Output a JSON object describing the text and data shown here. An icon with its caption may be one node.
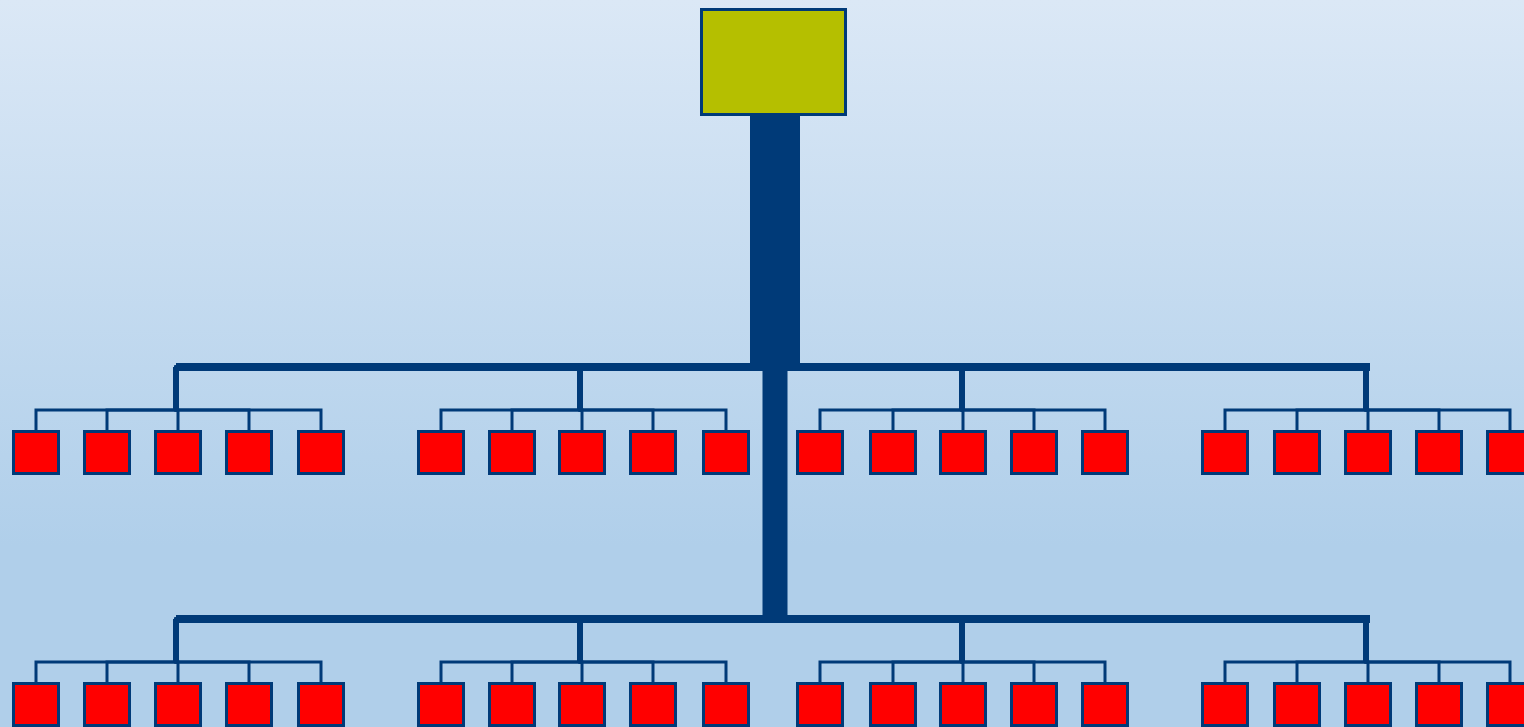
{
  "diagram": {
    "nodes": [
      {
        "text": [],
        "shape": "box"
      },
      {
        "text": [],
        "shape": "box"
      },
      {
        "text": [],
        "shape": "box"
      },
      {
        "text": [],
        "shape": "box"
      },
      {
        "text": [],
        "shape": "box"
      },
      {
        "text": [],
        "shape": "box"
      },
      {
        "text": [],
        "shape": "box"
      },
      {
        "text": [],
        "shape": "box"
      },
      {
        "text": [],
        "shape": "box"
      },
      {
        "text": [],
        "shape": "box"
      },
      {
        "text": [],
        "shape": "box"
      },
      {
        "text": [],
        "shape": "box"
      },
      {
        "text": [],
        "shape": "box"
      },
      {
        "text": [],
        "shape": "box"
      },
      {
        "text": [],
        "shape": "box"
      },
      {
        "text": [],
        "shape": "box"
      },
      {
        "text": [],
        "shape": "box"
      },
      {
        "text": [],
        "shape": "box"
      },
      {
        "text": [],
        "shape": "box"
      },
      {
        "text": [],
        "shape": "box"
      },
      {
        "text": [],
        "shape": "box"
      },
      {
        "text": [],
        "shape": "box"
      },
      {
        "text": [],
        "shape": "box"
      },
      {
        "text": [],
        "shape": "box"
      },
      {
        "text": [],
        "shape": "box"
      },
      {
        "text": [],
        "shape": "box"
      },
      {
        "text": [],
        "shape": "box"
      },
      {
        "text": [],
        "shape": "box"
      },
      {
        "text": [],
        "shape": "box"
      },
      {
        "text": [],
        "shape": "box"
      },
      {
        "text": [],
        "shape": "box"
      },
      {
        "text": [],
        "shape": "box"
      },
      {
        "text": [],
        "shape": "box"
      },
      {
        "text": [],
        "shape": "box"
      },
      {
        "text": [],
        "shape": "box"
      },
      {
        "text": [],
        "shape": "box"
      },
      {
        "text": [],
        "shape": "box"
      },
      {
        "text": [],
        "shape": "box"
      },
      {
        "text": [],
        "shape": "box"
      },
      {
        "text": [],
        "shape": "box"
      },
      {
        "text": [],
        "shape": "box"
      }
    ],
    "edges": [
      {
        "from": 0,
        "to": 1,
        "arrow": "none"
      },
      {
        "from": 0,
        "to": 2,
        "arrow": "none"
      },
      {
        "from": 0,
        "to": 3,
        "arrow": "none"
      },
      {
        "from": 0,
        "to": 4,
        "arrow": "none"
      },
      {
        "from": 0,
        "to": 5,
        "arrow": "none"
      },
      {
        "from": 0,
        "to": 6,
        "arrow": "none"
      },
      {
        "from": 0,
        "to": 7,
        "arrow": "none"
      },
      {
        "from": 0,
        "to": 8,
        "arrow": "none"
      },
      {
        "from": 0,
        "to": 9,
        "arrow": "none"
      },
      {
        "from": 0,
        "to": 10,
        "arrow": "none"
      },
      {
        "from": 0,
        "to": 11,
        "arrow": "none"
      },
      {
        "from": 0,
        "to": 12,
        "arrow": "none"
      },
      {
        "from": 0,
        "to": 13,
        "arrow": "none"
      },
      {
        "from": 0,
        "to": 14,
        "arrow": "none"
      },
      {
        "from": 0,
        "to": 15,
        "arrow": "none"
      },
      {
        "from": 0,
        "to": 16,
        "arrow": "none"
      },
      {
        "from": 0,
        "to": 17,
        "arrow": "none"
      },
      {
        "from": 0,
        "to": 18,
        "arrow": "none"
      },
      {
        "from": 0,
        "to": 19,
        "arrow": "none"
      },
      {
        "from": 0,
        "to": 20,
        "arrow": "none"
      },
      {
        "from": 0,
        "to": 21,
        "arrow": "none"
      },
      {
        "from": 0,
        "to": 22,
        "arrow": "none"
      },
      {
        "from": 0,
        "to": 23,
        "arrow": "none"
      },
      {
        "from": 0,
        "to": 24,
        "arrow": "none"
      },
      {
        "from": 0,
        "to": 25,
        "arrow": "none"
      },
      {
        "from": 0,
        "to": 26,
        "arrow": "none"
      },
      {
        "from": 0,
        "to": 27,
        "arrow": "none"
      },
      {
        "from": 0,
        "to": 28,
        "arrow": "none"
      },
      {
        "from": 0,
        "to": 29,
        "arrow": "none"
      },
      {
        "from": 0,
        "to": 30,
        "arrow": "none"
      },
      {
        "from": 0,
        "to": 31,
        "arrow": "none"
      },
      {
        "from": 0,
        "to": 32,
        "arrow": "none"
      },
      {
        "from": 0,
        "to": 33,
        "arrow": "none"
      },
      {
        "from": 0,
        "to": 34,
        "arrow": "none"
      },
      {
        "from": 0,
        "to": 35,
        "arrow": "none"
      },
      {
        "from": 0,
        "to": 36,
        "arrow": "none"
      },
      {
        "from": 0,
        "to": 37,
        "arrow": "none"
      },
      {
        "from": 0,
        "to": 38,
        "arrow": "none"
      },
      {
        "from": 0,
        "to": 39,
        "arrow": "none"
      },
      {
        "from": 0,
        "to": 40,
        "arrow": "none"
      }
    ]
  }
}
